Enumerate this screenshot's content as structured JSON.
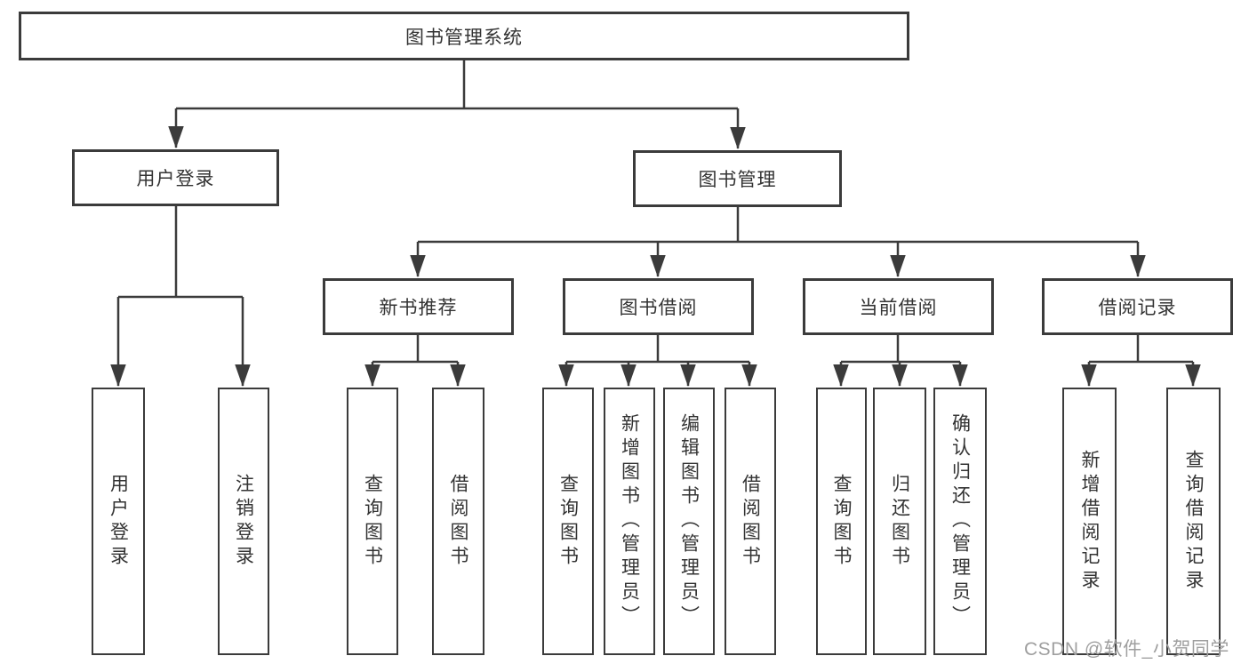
{
  "diagram": {
    "type": "tree",
    "title": "图书管理系统",
    "level2": [
      {
        "label": "用户登录",
        "parent": "图书管理系统"
      },
      {
        "label": "图书管理",
        "parent": "图书管理系统"
      }
    ],
    "level3": [
      {
        "label": "新书推荐",
        "parent": "图书管理"
      },
      {
        "label": "图书借阅",
        "parent": "图书管理"
      },
      {
        "label": "当前借阅",
        "parent": "图书管理"
      },
      {
        "label": "借阅记录",
        "parent": "图书管理"
      }
    ],
    "leaves": [
      {
        "label": "用户登录",
        "parent": "用户登录"
      },
      {
        "label": "注销登录",
        "parent": "用户登录"
      },
      {
        "label": "查询图书",
        "parent": "新书推荐"
      },
      {
        "label": "借阅图书",
        "parent": "新书推荐"
      },
      {
        "label": "查询图书",
        "parent": "图书借阅"
      },
      {
        "label": "新增图书（管理员）",
        "parent": "图书借阅"
      },
      {
        "label": "编辑图书（管理员）",
        "parent": "图书借阅"
      },
      {
        "label": "借阅图书",
        "parent": "图书借阅"
      },
      {
        "label": "查询图书",
        "parent": "当前借阅"
      },
      {
        "label": "归还图书",
        "parent": "当前借阅"
      },
      {
        "label": "确认归还（管理员）",
        "parent": "当前借阅"
      },
      {
        "label": "新增借阅记录",
        "parent": "借阅记录"
      },
      {
        "label": "查询借阅记录",
        "parent": "借阅记录"
      }
    ],
    "watermark": "CSDN @软件_小贺同学",
    "colors": {
      "line": "#3b3b3b",
      "text": "#333333",
      "background": "#ffffff",
      "watermark": "#9f9f9f"
    }
  }
}
